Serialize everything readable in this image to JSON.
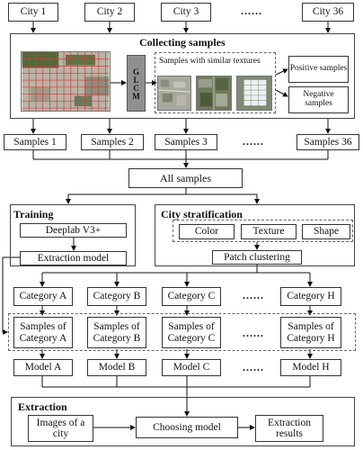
{
  "cities": [
    "City 1",
    "City 2",
    "City 3",
    "City 36"
  ],
  "ellipsis": "......",
  "collecting": {
    "title": "Collecting samples",
    "glcm": "GLCM",
    "similar": "Samples with similar textures",
    "positive": "Positive samples",
    "negative": "Negative samples"
  },
  "samples": [
    "Samples 1",
    "Samples 2",
    "Samples 3",
    "Samples 36"
  ],
  "all_samples": "All samples",
  "training": {
    "title": "Training",
    "deeplab": "Deeplab V3+",
    "model": "Extraction model"
  },
  "stratification": {
    "title": "City stratification",
    "features": [
      "Color",
      "Texture",
      "Shape"
    ],
    "clustering": "Patch clustering"
  },
  "categories": [
    "Category A",
    "Category B",
    "Category C",
    "Category H"
  ],
  "category_samples": [
    "Samples of Category A",
    "Samples of Category B",
    "Samples of Category C",
    "Samples of Category H"
  ],
  "models": [
    "Model A",
    "Model B",
    "Model C",
    "Model H"
  ],
  "extraction": {
    "title": "Extraction",
    "images": "Images of a city",
    "choosing": "Choosing model",
    "results": "Extraction results"
  }
}
